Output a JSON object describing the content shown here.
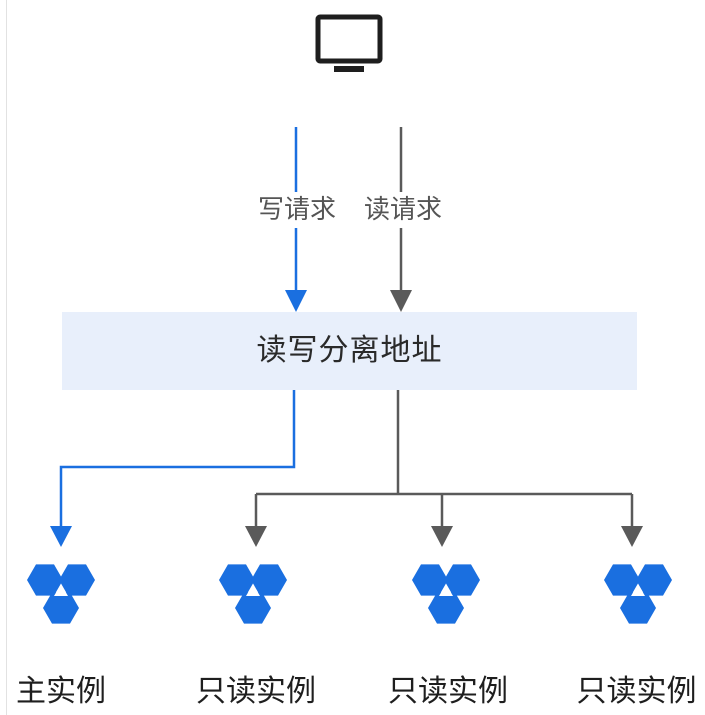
{
  "client": {
    "icon": "monitor-icon"
  },
  "requests": {
    "write_label": "写请求",
    "read_label": "读请求"
  },
  "proxy": {
    "label": "读写分离地址"
  },
  "instances": [
    {
      "label": "主实例",
      "role": "primary",
      "icon": "db-instance-icon"
    },
    {
      "label": "只读实例",
      "role": "readonly",
      "icon": "db-instance-icon"
    },
    {
      "label": "只读实例",
      "role": "readonly",
      "icon": "db-instance-icon"
    },
    {
      "label": "只读实例",
      "role": "readonly",
      "icon": "db-instance-icon"
    }
  ],
  "colors": {
    "write_path": "#1a6fe0",
    "read_path": "#5a5a5a",
    "proxy_fill": "#e8effb",
    "instance_fill": "#1a6fe0",
    "monitor_stroke": "#1e1e1e"
  }
}
